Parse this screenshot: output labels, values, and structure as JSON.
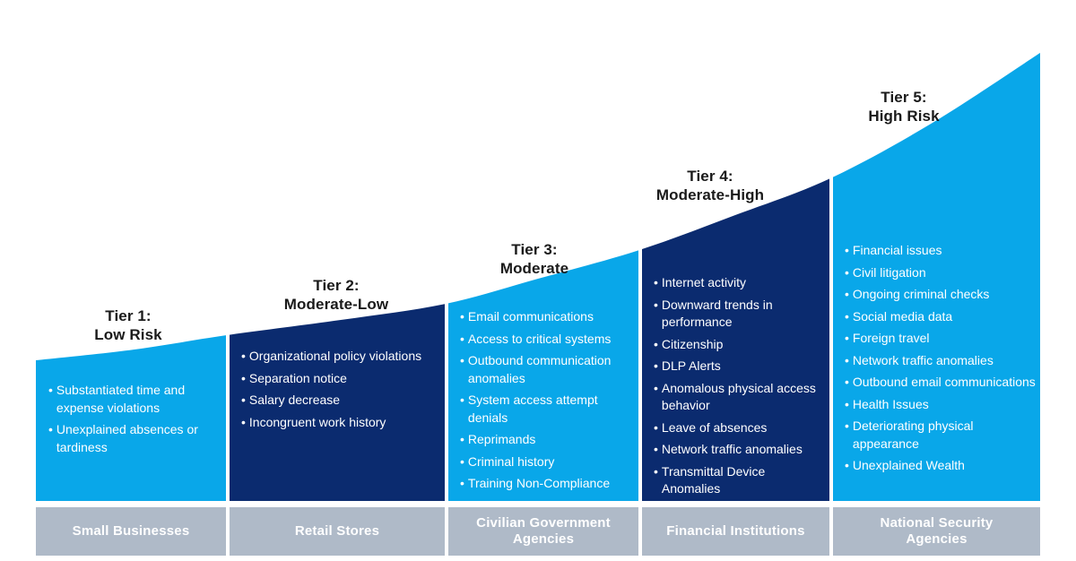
{
  "colors": {
    "light_blue": "#09A7E9",
    "navy": "#0B2B6F",
    "footer_bg": "#AFBAC8",
    "title_text": "#1A1A1A",
    "bullet_text": "#FFFFFF",
    "background": "#FFFFFF"
  },
  "tiers": [
    {
      "title_line1": "Tier 1:",
      "title_line2": "Low Risk",
      "fill": "light_blue",
      "audience": "Small Businesses",
      "bullets": [
        "Substantiated time and expense violations",
        "Unexplained absences or tardiness"
      ]
    },
    {
      "title_line1": "Tier 2:",
      "title_line2": "Moderate-Low",
      "fill": "navy",
      "audience": "Retail Stores",
      "bullets": [
        "Organizational policy violations",
        "Separation notice",
        "Salary decrease",
        "Incongruent work history"
      ]
    },
    {
      "title_line1": "Tier 3:",
      "title_line2": "Moderate",
      "fill": "light_blue",
      "audience": "Civilian Government Agencies",
      "bullets": [
        "Email communications",
        "Access to critical systems",
        "Outbound communication anomalies",
        "System access attempt denials",
        "Reprimands",
        "Criminal history",
        "Training Non-Compliance"
      ]
    },
    {
      "title_line1": "Tier 4:",
      "title_line2": "Moderate-High",
      "fill": "navy",
      "audience": "Financial Institutions",
      "bullets": [
        "Internet activity",
        "Downward trends in performance",
        "Citizenship",
        "DLP Alerts",
        "Anomalous physical access behavior",
        "Leave of absences",
        "Network traffic anomalies",
        "Transmittal Device Anomalies"
      ]
    },
    {
      "title_line1": "Tier 5:",
      "title_line2": "High Risk",
      "fill": "light_blue",
      "audience": "National Security Agencies",
      "bullets": [
        "Financial issues",
        "Civil litigation",
        "Ongoing criminal checks",
        "Social media data",
        "Foreign travel",
        "Network traffic anomalies",
        "Outbound email communications",
        "Health Issues",
        "Deteriorating physical appearance",
        "Unexplained Wealth"
      ]
    }
  ]
}
